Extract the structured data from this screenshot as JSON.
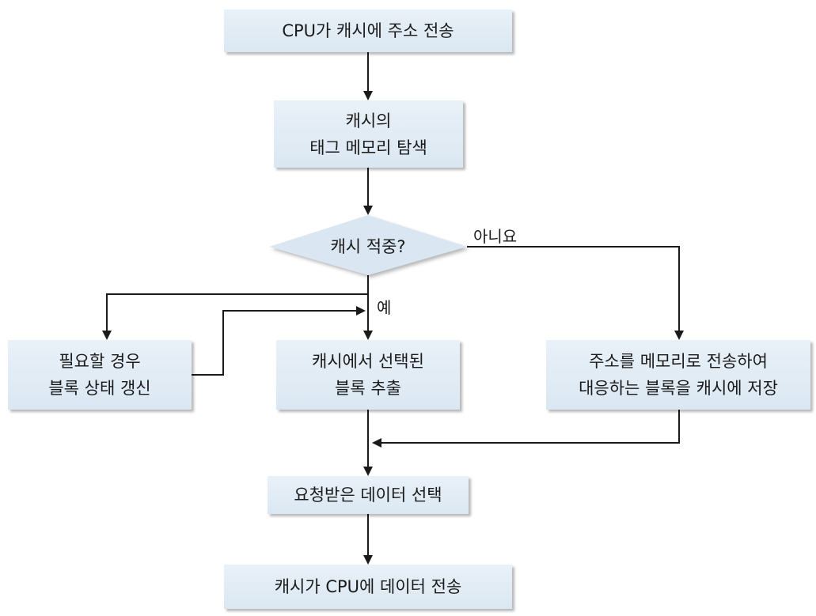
{
  "nodes": {
    "send_address": "CPU가 캐시에 주소 전송",
    "search_tag_line1": "캐시의",
    "search_tag_line2": "태그 메모리 탐색",
    "cache_hit": "캐시 적중?",
    "update_block_line1": "필요할 경우",
    "update_block_line2": "블록 상태 갱신",
    "extract_block_line1": "캐시에서 선택된",
    "extract_block_line2": "블록 추출",
    "store_block_line1": "주소를 메모리로 전송하여",
    "store_block_line2": "대응하는 블록을 캐시에 저장",
    "select_data": "요청받은 데이터 선택",
    "send_data": "캐시가 CPU에 데이터 전송"
  },
  "edge_labels": {
    "no": "아니요",
    "yes": "예"
  },
  "colors": {
    "box_fill": "#dae7f2",
    "line": "#1a1a1a"
  }
}
